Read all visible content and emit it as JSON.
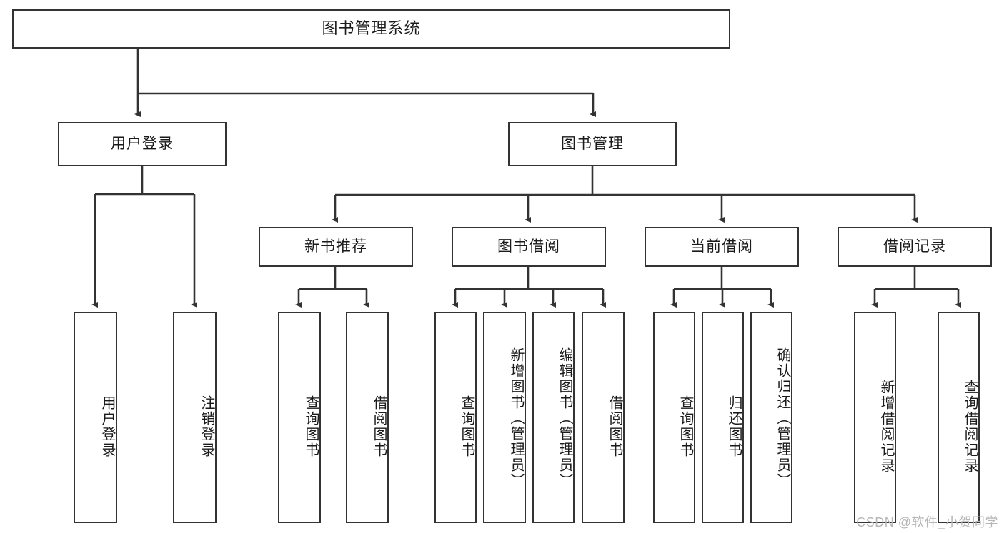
{
  "diagram": {
    "title": "图书管理系统",
    "type": "tree",
    "root": {
      "label": "图书管理系统"
    },
    "level2": [
      {
        "id": "user-login",
        "label": "用户登录"
      },
      {
        "id": "book-manage",
        "label": "图书管理"
      }
    ],
    "level3": [
      {
        "id": "new-book-recommend",
        "label": "新书推荐",
        "parent": "book-manage"
      },
      {
        "id": "book-borrow",
        "label": "图书借阅",
        "parent": "book-manage"
      },
      {
        "id": "current-borrow",
        "label": "当前借阅",
        "parent": "book-manage"
      },
      {
        "id": "borrow-record",
        "label": "借阅记录",
        "parent": "book-manage"
      }
    ],
    "leaves": [
      {
        "id": "leaf-user-login",
        "label": "用户登录",
        "parent": "user-login"
      },
      {
        "id": "leaf-logout",
        "label": "注销登录",
        "parent": "user-login"
      },
      {
        "id": "leaf-query-book-1",
        "label": "查询图书",
        "parent": "new-book-recommend"
      },
      {
        "id": "leaf-borrow-book-1",
        "label": "借阅图书",
        "parent": "new-book-recommend"
      },
      {
        "id": "leaf-query-book-2",
        "label": "查询图书",
        "parent": "book-borrow"
      },
      {
        "id": "leaf-add-book",
        "label": "新增图书（管理员）",
        "parent": "book-borrow"
      },
      {
        "id": "leaf-edit-book",
        "label": "编辑图书（管理员）",
        "parent": "book-borrow"
      },
      {
        "id": "leaf-borrow-book-2",
        "label": "借阅图书",
        "parent": "book-borrow"
      },
      {
        "id": "leaf-query-book-3",
        "label": "查询图书",
        "parent": "current-borrow"
      },
      {
        "id": "leaf-return-book",
        "label": "归还图书",
        "parent": "current-borrow"
      },
      {
        "id": "leaf-confirm-return",
        "label": "确认归还（管理员）",
        "parent": "current-borrow"
      },
      {
        "id": "leaf-add-record",
        "label": "新增借阅记录",
        "parent": "borrow-record"
      },
      {
        "id": "leaf-query-record",
        "label": "查询借阅记录",
        "parent": "borrow-record"
      }
    ]
  },
  "watermark": {
    "text": "CSDN @软件_小贺同学"
  },
  "colors": {
    "stroke": "#333333",
    "box_fill": "#ffffff",
    "text": "#1a1a1a",
    "watermark": "#b6b6b6",
    "background": "#ffffff"
  }
}
